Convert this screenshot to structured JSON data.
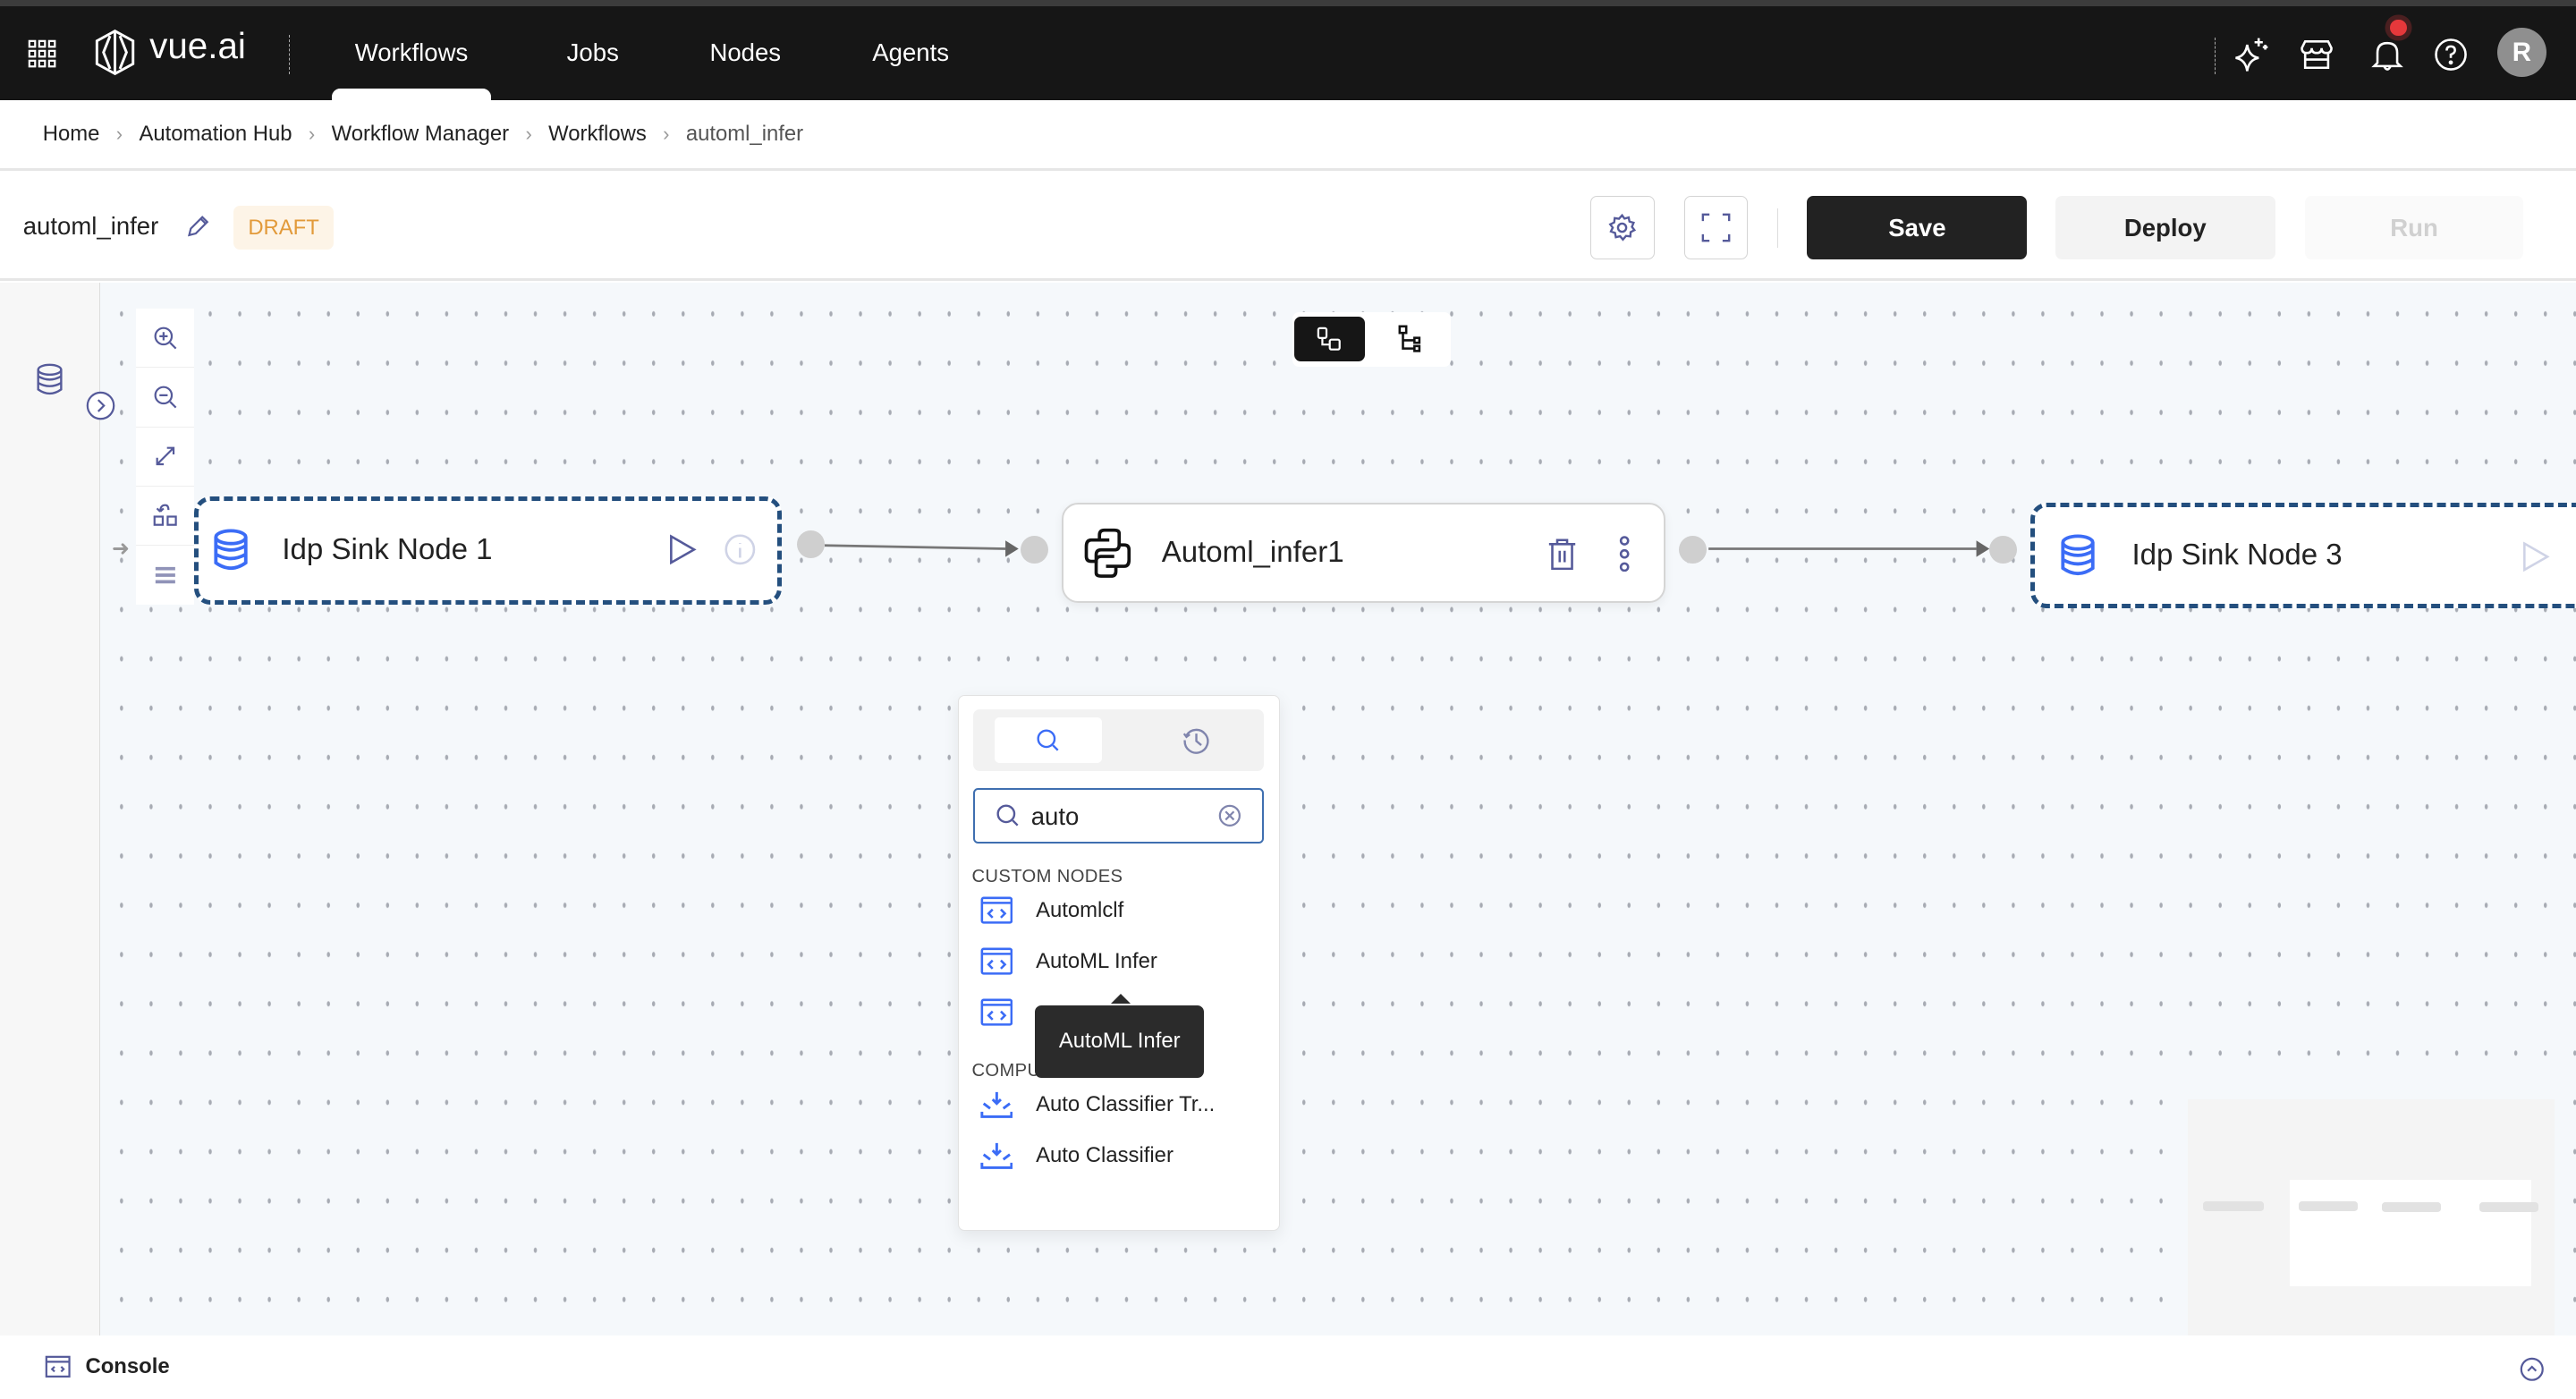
{
  "topbar": {
    "logo_text": "vue.ai",
    "tabs": [
      {
        "label": "Workflows",
        "active": true
      },
      {
        "label": "Jobs"
      },
      {
        "label": "Nodes"
      },
      {
        "label": "Agents"
      }
    ],
    "avatar_initial": "R",
    "notification_dot_color": "#e5383b",
    "icons": [
      "apps-grid-icon",
      "sparkle-icon",
      "store-icon",
      "bell-icon",
      "help-icon"
    ]
  },
  "breadcrumb": [
    "Home",
    "Automation Hub",
    "Workflow Manager",
    "Workflows",
    "automl_infer"
  ],
  "workflow": {
    "name": "automl_infer",
    "status": "DRAFT",
    "save_label": "Save",
    "deploy_label": "Deploy",
    "run_label": "Run"
  },
  "nodes": [
    {
      "label": "Idp Sink Node 1",
      "icon": "database-icon"
    },
    {
      "label": "Automl_infer1",
      "icon": "python-icon"
    },
    {
      "label": "Idp Sink Node 3",
      "icon": "database-icon"
    }
  ],
  "search_popup": {
    "query": "auto",
    "sections": [
      {
        "title": "CUSTOM NODES",
        "items": [
          "Automlclf",
          "AutoML Infer",
          ""
        ]
      },
      {
        "title": "COMPU",
        "items": [
          "Auto Classifier Tr...",
          "Auto Classifier"
        ]
      }
    ],
    "tooltip": "AutoML Infer"
  },
  "console": {
    "label": "Console"
  },
  "colors": {
    "accent": "#3b6cf6",
    "dashed_border": "#244f7e",
    "draft_text": "#e29a3a",
    "draft_bg": "#fdf4e7"
  }
}
